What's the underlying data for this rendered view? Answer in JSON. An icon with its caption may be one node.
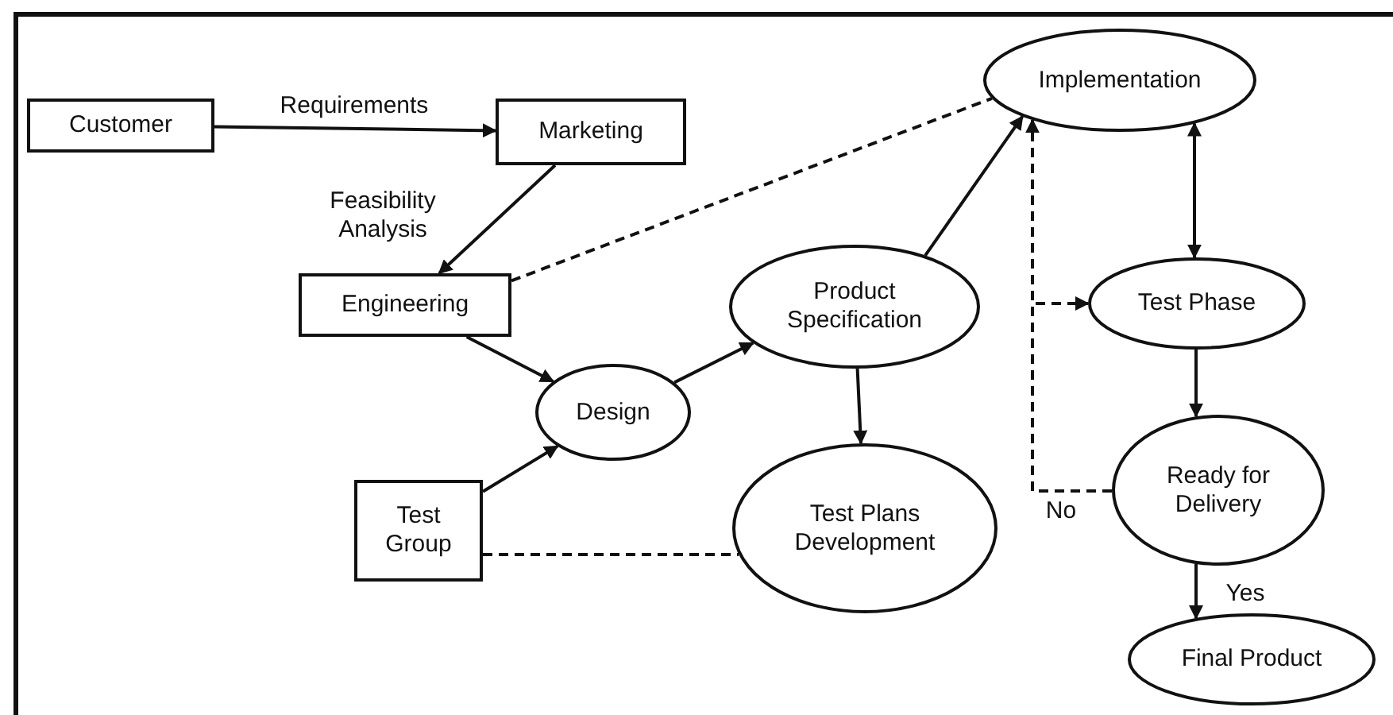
{
  "diagram": {
    "nodes": [
      {
        "text": [
          "Customer"
        ]
      },
      {
        "text": [
          "Marketing"
        ]
      },
      {
        "text": [
          "Implementation"
        ]
      },
      {
        "text": [
          "Engineering"
        ]
      },
      {
        "text": [
          "Product Specification"
        ]
      },
      {
        "text": [
          "Test Phase"
        ]
      },
      {
        "text": [
          "Design"
        ]
      },
      {
        "text": [
          "Test Group"
        ]
      },
      {
        "text": [
          "Test Plans Development"
        ]
      },
      {
        "text": [
          "Ready for Delivery"
        ]
      },
      {
        "text": [
          "Final Product"
        ]
      }
    ],
    "edges": [
      {
        "from": 0,
        "to": 1,
        "arrow": "to",
        "label": "Requirements"
      },
      {
        "from": 1,
        "to": 3,
        "arrow": "to",
        "label": "Feasibility Analysis"
      },
      {
        "from": 3,
        "to": 2,
        "arrow": "none",
        "style": "dashed"
      },
      {
        "from": 3,
        "to": 6,
        "arrow": "to"
      },
      {
        "from": 7,
        "to": 6,
        "arrow": "to"
      },
      {
        "from": 6,
        "to": 4,
        "arrow": "to"
      },
      {
        "from": 4,
        "to": 2,
        "arrow": "to"
      },
      {
        "from": 4,
        "to": 8,
        "arrow": "to"
      },
      {
        "from": 7,
        "to": 8,
        "arrow": "none",
        "style": "dashed"
      },
      {
        "from": 2,
        "to": 5,
        "arrow": "both"
      },
      {
        "from": 5,
        "to": 9,
        "arrow": "to"
      },
      {
        "from": 9,
        "to": 2,
        "arrow": "to",
        "style": "dashed",
        "label": "No"
      },
      {
        "from": 9,
        "to": 5,
        "arrow": "to",
        "style": "dashed"
      },
      {
        "from": 9,
        "to": 10,
        "arrow": "to",
        "label": "Yes"
      }
    ]
  }
}
